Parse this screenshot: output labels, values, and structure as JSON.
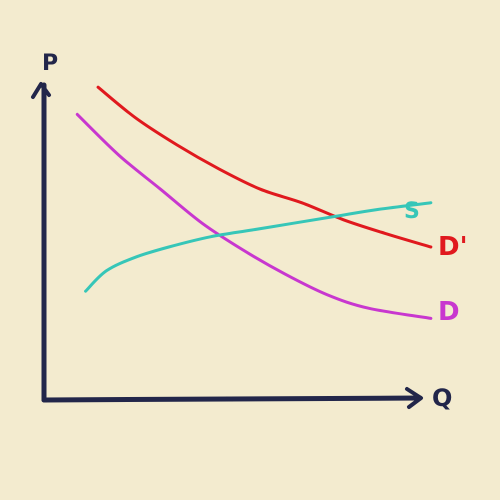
{
  "chart_data": {
    "type": "line",
    "title": "",
    "xlabel": "Q",
    "ylabel": "P",
    "xlim": [
      0,
      10
    ],
    "ylim": [
      0,
      10
    ],
    "grid": false,
    "legend": "none",
    "series": [
      {
        "name": "D'",
        "color": "#e0191e",
        "x": [
          1.3,
          2.2,
          3.2,
          4.2,
          5.2,
          6.2,
          7.2,
          8.2,
          9.3
        ],
        "y": [
          9.2,
          8.3,
          7.5,
          6.8,
          6.2,
          5.8,
          5.3,
          4.9,
          4.5
        ]
      },
      {
        "name": "D",
        "color": "#c837cf",
        "x": [
          0.8,
          1.8,
          2.8,
          3.8,
          4.8,
          5.8,
          6.8,
          7.8,
          9.3
        ],
        "y": [
          8.4,
          7.2,
          6.2,
          5.2,
          4.4,
          3.7,
          3.1,
          2.7,
          2.4
        ]
      },
      {
        "name": "S",
        "color": "#36c6b8",
        "x": [
          1.0,
          1.5,
          2.2,
          3.0,
          4.0,
          5.0,
          6.0,
          7.0,
          8.0,
          9.3
        ],
        "y": [
          3.2,
          3.8,
          4.2,
          4.5,
          4.8,
          5.0,
          5.2,
          5.4,
          5.6,
          5.8
        ]
      }
    ],
    "labels": {
      "p_axis": "P",
      "q_axis": "Q",
      "s": "S",
      "d": "D",
      "d_prime": "D'"
    },
    "colors": {
      "axis": "#22264a",
      "background": "#f3ebcf"
    }
  }
}
